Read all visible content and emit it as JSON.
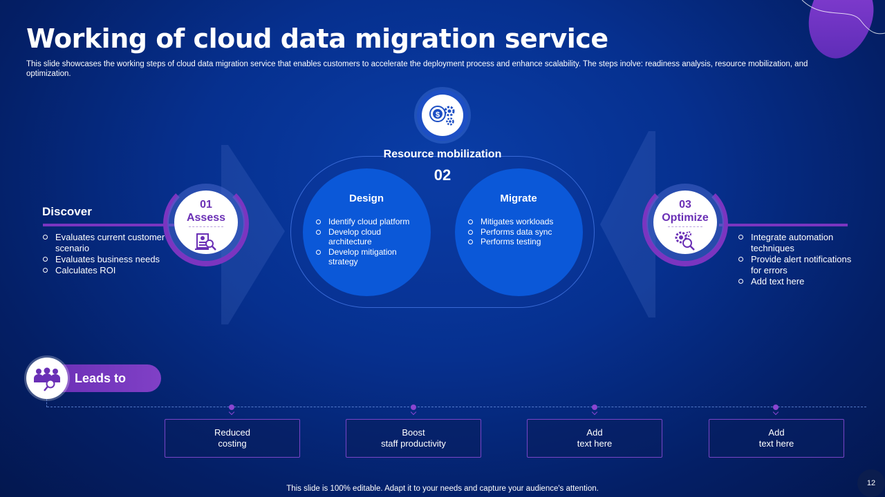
{
  "title": "Working of cloud data migration service",
  "subtitle": "This slide showcases the working steps of cloud data migration service that enables customers to accelerate the deployment process and enhance scalability. The steps inolve: readiness analysis, resource mobilization, and optimization.",
  "discover": {
    "heading": "Discover",
    "items": [
      "Evaluates current customer scenario",
      "Evaluates business needs",
      "Calculates ROI"
    ]
  },
  "assess": {
    "number": "01",
    "label": "Assess",
    "icon": "checklist-search-icon"
  },
  "resource": {
    "icon": "dollar-gear-icon",
    "title": "Resource mobilization",
    "number": "02",
    "design": {
      "title": "Design",
      "items": [
        "Identify cloud platform",
        "Develop cloud architecture",
        "Develop mitigation strategy"
      ]
    },
    "migrate": {
      "title": "Migrate",
      "items": [
        "Mitigates workloads",
        "Performs data sync",
        "Performs testing"
      ]
    }
  },
  "optimize": {
    "number": "03",
    "label": "Optimize",
    "icon": "gear-search-icon",
    "items": [
      "Integrate automation techniques",
      "Provide alert notifications for errors",
      "Add text here"
    ]
  },
  "leads_to": {
    "label": "Leads to",
    "icon": "team-search-icon",
    "outcomes": [
      "Reduced\ncosting",
      "Boost\nstaff productivity",
      "Add\ntext here",
      "Add\ntext here"
    ]
  },
  "footer": "This slide is 100% editable. Adapt it to your needs and capture your audience's attention.",
  "page_number": "12",
  "colors": {
    "background": "#06308f",
    "circle_blue": "#0b58d8",
    "accent_purple": "#7b35c0"
  }
}
